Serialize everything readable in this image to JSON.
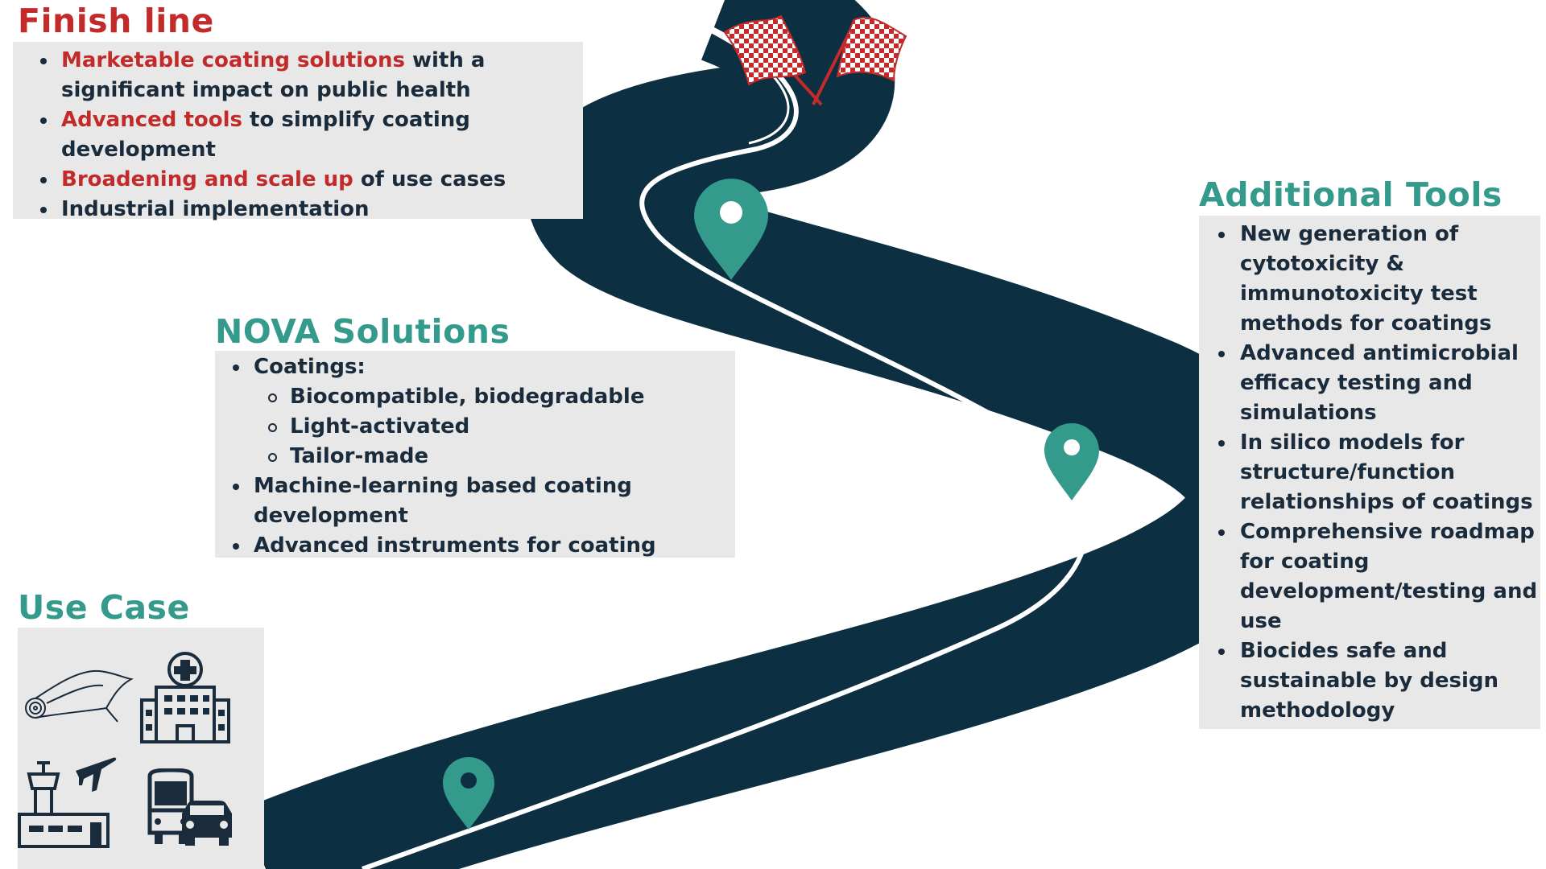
{
  "finish_line": {
    "title": "Finish line",
    "items": [
      {
        "highlight": "Marketable coating solutions",
        "text": " with a significant impact on public health"
      },
      {
        "highlight": "Advanced tools",
        "text": " to simplify coating development"
      },
      {
        "highlight": "Broadening and scale up",
        "text": " of use cases"
      },
      {
        "highlight": "",
        "text": "Industrial implementation"
      }
    ]
  },
  "nova": {
    "title": "NOVA Solutions",
    "coatings_label": "Coatings:",
    "coatings_sub": [
      "Biocompatible, biodegradable",
      "Light-activated",
      "Tailor-made"
    ],
    "items": [
      "Machine-learning based coating development",
      "Advanced instruments for coating"
    ]
  },
  "tools": {
    "title": "Additional Tools",
    "items": [
      "New generation of cytotoxicity & immunotoxicity test methods for coatings",
      "Advanced antimicrobial efficacy testing and simulations",
      "In silico models for structure/function relationships of coatings",
      "Comprehensive roadmap for coating development/testing and use",
      "Biocides safe and sustainable by design methodology"
    ]
  },
  "use_case": {
    "title": "Use Case",
    "icons": [
      "textile-roll-icon",
      "hospital-icon",
      "airport-icon",
      "bus-car-icon"
    ]
  },
  "colors": {
    "road": "#0d2f42",
    "road_line": "#ffffff",
    "pin": "#339a8c",
    "red": "#c32a2a",
    "teal": "#339a8c",
    "text": "#1a2b3c",
    "panel": "#e8e8e8",
    "flag": "#c32a2a"
  }
}
